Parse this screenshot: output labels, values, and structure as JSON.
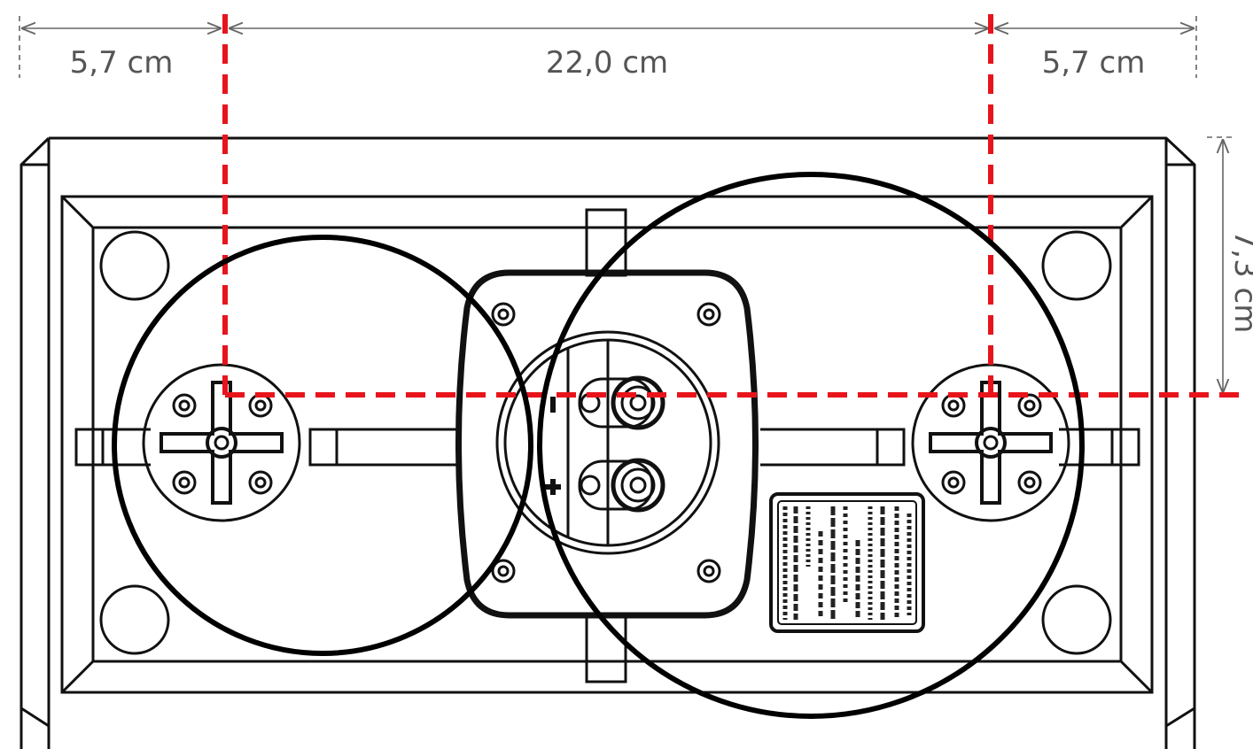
{
  "dimensions": {
    "left_margin": "5,7 cm",
    "center_spacing": "22,0 cm",
    "right_margin": "5,7 cm",
    "vertical_offset": "7,3 cm"
  },
  "colors": {
    "guide_line": "#e8141b",
    "outline": "#111111",
    "dimension": "#666666",
    "circle": "#000000"
  }
}
